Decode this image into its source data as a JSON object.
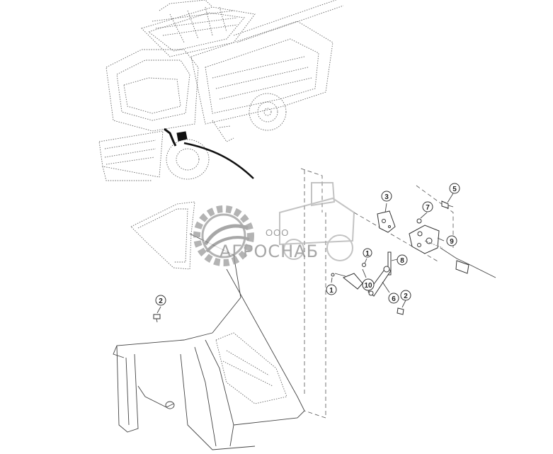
{
  "watermark": {
    "small_text": "ООО",
    "brand_text": "АГРОСНАБ"
  },
  "callouts": {
    "c1a": "1",
    "c1b": "1",
    "c2a": "2",
    "c2b": "2",
    "c3": "3",
    "c5": "5",
    "c6": "6",
    "c7": "7",
    "c8": "8",
    "c9": "9",
    "c10": "10"
  },
  "colors": {
    "ink": "#333333",
    "highlight": "#111111",
    "watermark": "#8a8a8a"
  }
}
